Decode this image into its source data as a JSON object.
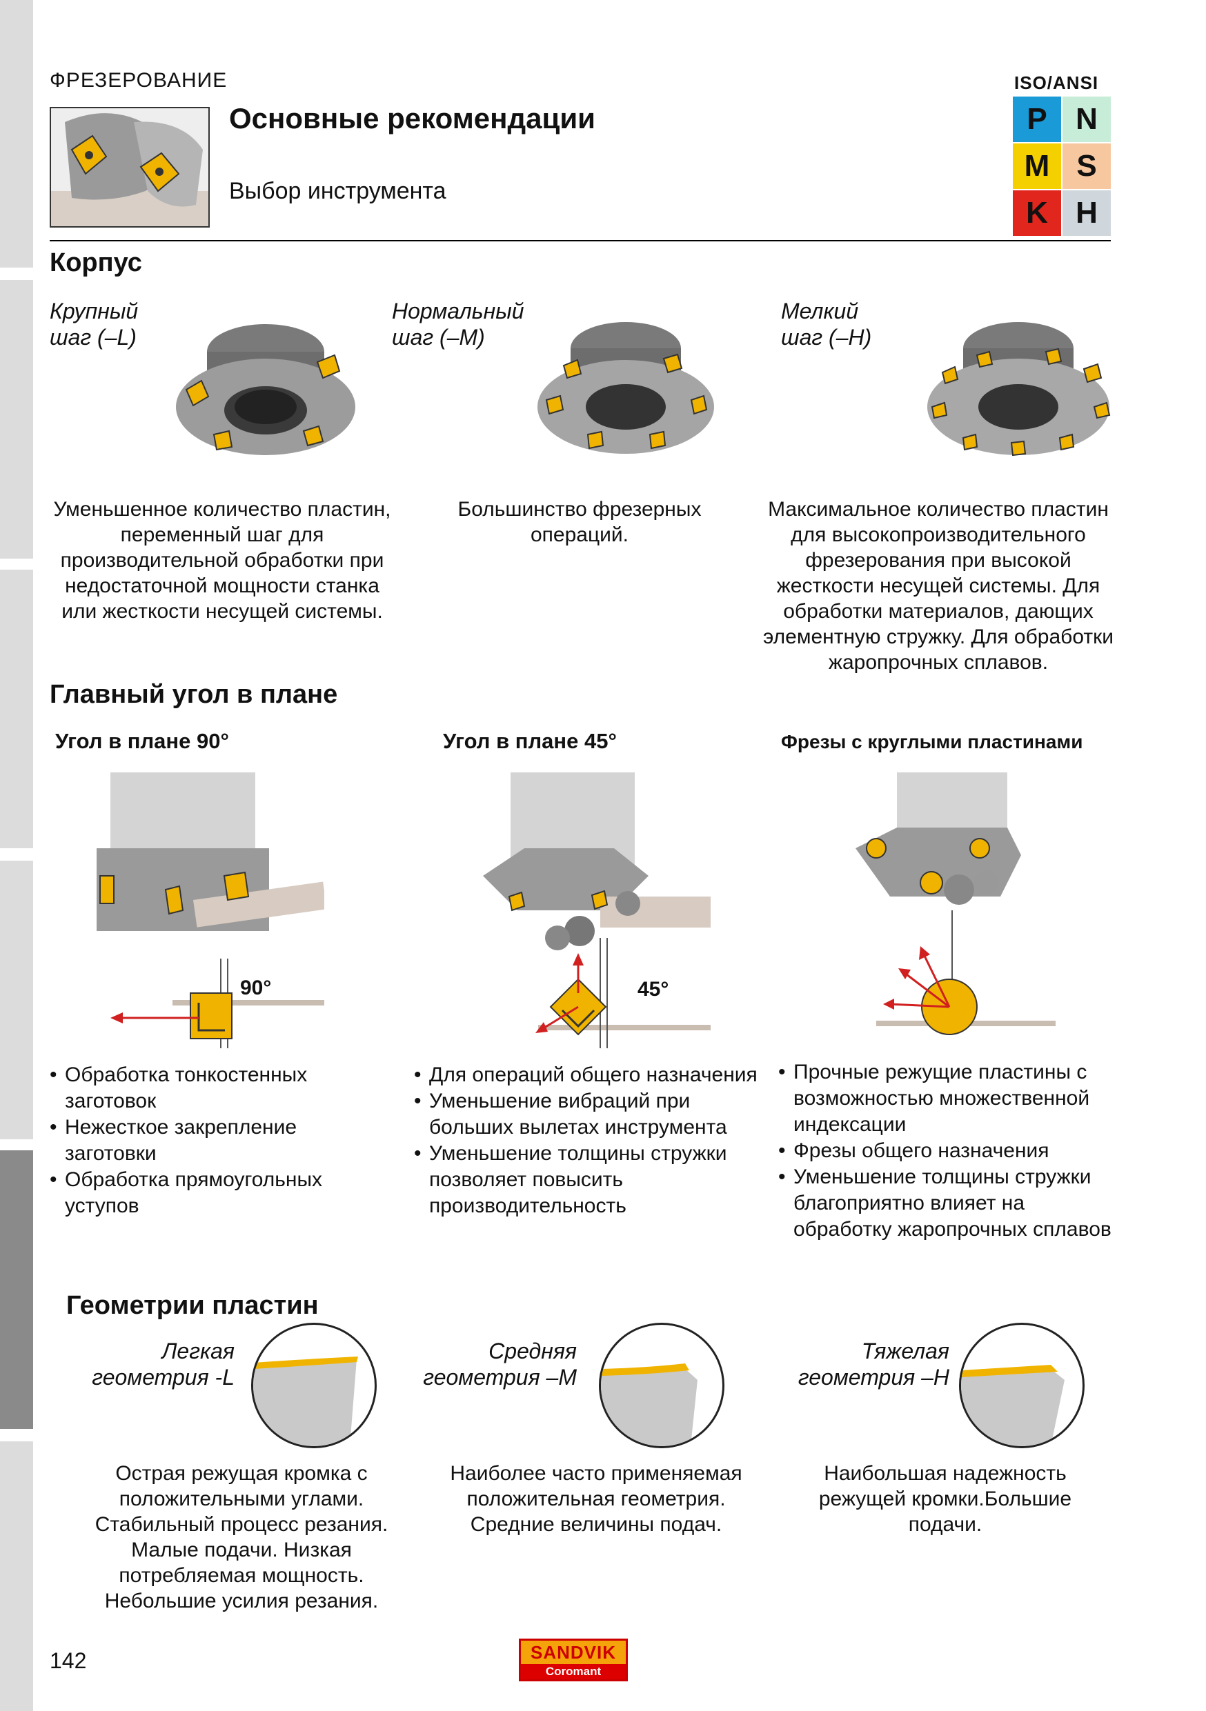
{
  "header": {
    "section_label": "ФРЕЗЕРОВАНИЕ",
    "title": "Основные рекомендации",
    "subtitle": "Выбор инструмента"
  },
  "iso": {
    "title": "ISO/ANSI",
    "cells": [
      {
        "letter": "P",
        "color": "#1a9ad6"
      },
      {
        "letter": "N",
        "color": "#c7ecd8"
      },
      {
        "letter": "M",
        "color": "#f5d000"
      },
      {
        "letter": "S",
        "color": "#f7c7a0"
      },
      {
        "letter": "K",
        "color": "#e0261d"
      },
      {
        "letter": "H",
        "color": "#cfd6dc"
      }
    ]
  },
  "body_section": {
    "heading": "Корпус",
    "items": [
      {
        "pitch_line1": "Крупный",
        "pitch_line2": "шаг (–L)",
        "description": "Уменьшенное количество пластин, переменный шаг для производительной обработки при недостаточной мощности станка или жесткости несущей системы."
      },
      {
        "pitch_line1": "Нормальный",
        "pitch_line2": "шаг (–M)",
        "description": "Большинство фрезерных операций."
      },
      {
        "pitch_line1": "Мелкий",
        "pitch_line2": "шаг (–H)",
        "description": "Максимальное количество пластин для высокопроизводительного фрезерования при высокой жесткости несущей системы. Для обработки материалов, дающих элементную стружку. Для обработки жаропрочных сплавов."
      }
    ]
  },
  "angle_section": {
    "heading": "Главный угол в плане",
    "items": [
      {
        "title": "Угол в плане 90°",
        "angle_label": "90°",
        "bullets": [
          "Обработка тонкостенных заготовок",
          "Нежесткое закрепление заготовки",
          "Обработка прямоугольных уступов"
        ]
      },
      {
        "title": "Угол в плане 45°",
        "angle_label": "45°",
        "bullets": [
          "Для операций общего назначения",
          "Уменьшение вибраций при больших вылетах инструмента",
          "Уменьшение толщины стружки позволяет повысить производительность"
        ]
      },
      {
        "title": "Фрезы с круглыми пластинами",
        "angle_label": "",
        "bullets": [
          "Прочные режущие пластины с возможностью множественной индексации",
          "Фрезы общего назначения",
          "Уменьшение толщины стружки благоприятно влияет на обработку жаропрочных сплавов"
        ]
      }
    ]
  },
  "geometry_section": {
    "heading": "Геометрии пластин",
    "items": [
      {
        "label_line1": "Легкая",
        "label_line2": "геометрия -L",
        "description": "Острая режущая кромка с положительными углами. Стабильный процесс резания. Малые подачи. Низкая потребляемая мощность. Небольшие усилия резания."
      },
      {
        "label_line1": "Средняя",
        "label_line2": "геометрия –M",
        "description": "Наиболее часто применяемая положительная геометрия. Средние величины подач."
      },
      {
        "label_line1": "Тяжелая",
        "label_line2": "геометрия –H",
        "description": "Наибольшая надежность режущей кромки.Большие подачи."
      }
    ]
  },
  "footer": {
    "page_number": "142",
    "logo_line1": "SANDVIK",
    "logo_line2": "Coromant"
  }
}
